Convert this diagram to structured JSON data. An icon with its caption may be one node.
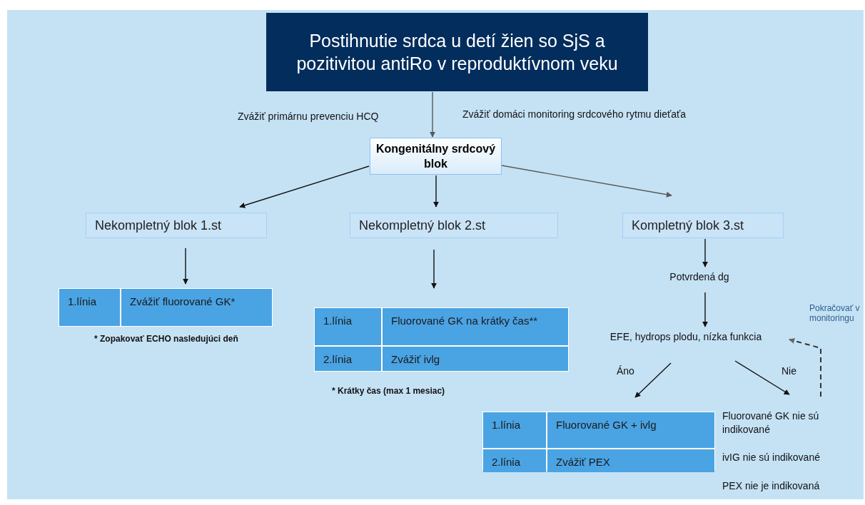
{
  "diagram": {
    "nodes": [
      {
        "text": [
          "Postihnutie srdca u detí žien so SjS a pozitivitou antiRo v reproduktívnom veku"
        ]
      },
      {
        "text": [
          "Kongenitálny srdcový blok"
        ]
      },
      {
        "text": [
          "Nekompletný blok 1.st"
        ]
      },
      {
        "text": [
          "Nekompletný blok 2.st"
        ]
      },
      {
        "text": [
          "Kompletný blok 3.st"
        ]
      },
      {
        "text": [
          "1.línia",
          "Zvážiť fluorované GK*"
        ],
        "beside": [
          "* Zopakovať ECHO nasledujúci deň"
        ]
      },
      {
        "text": [
          "1.línia",
          "Fluorované GK na krátky čas**",
          "2.línia",
          "Zvážiť ivlg"
        ],
        "beside": [
          "* Krátky čas (max 1 mesiac)"
        ]
      },
      {
        "text": [
          "Potvrdená dg"
        ]
      },
      {
        "text": [
          "EFE, hydrops plodu, nízka funkcia"
        ]
      },
      {
        "text": [
          "1.línia",
          "Fluorované GK + ivlg",
          "2.línia",
          "Zvážiť PEX"
        ]
      },
      {
        "text": [
          "Fluorované GK nie sú indikované",
          "ivIG nie sú indikované",
          "PEX nie je indikovaná"
        ]
      }
    ],
    "edges": [
      {
        "from": 0,
        "to": 1,
        "arrow": "to",
        "color": "#595959"
      },
      {
        "from": 1,
        "to": 2,
        "arrow": "to"
      },
      {
        "from": 1,
        "to": 3,
        "arrow": "to"
      },
      {
        "from": 1,
        "to": 4,
        "arrow": "to",
        "color": "#595959"
      },
      {
        "from": 2,
        "to": 5,
        "arrow": "to"
      },
      {
        "from": 3,
        "to": 6,
        "arrow": "to"
      },
      {
        "from": 4,
        "to": 7,
        "arrow": "to"
      },
      {
        "from": 7,
        "to": 8,
        "arrow": "to"
      },
      {
        "from": 8,
        "to": 9,
        "arrow": "to",
        "label": "Áno"
      },
      {
        "from": 8,
        "to": 10,
        "arrow": "to",
        "label": "Nie"
      },
      {
        "from": 10,
        "to": 8,
        "arrow": "to",
        "style": "dashed",
        "label": "Pokračovať v monitoringu"
      }
    ],
    "labels": [
      "Zvážiť primárnu prevenciu HCQ",
      "Zvážiť domáci monitoring srdcového rytmu dieťaťa"
    ]
  }
}
